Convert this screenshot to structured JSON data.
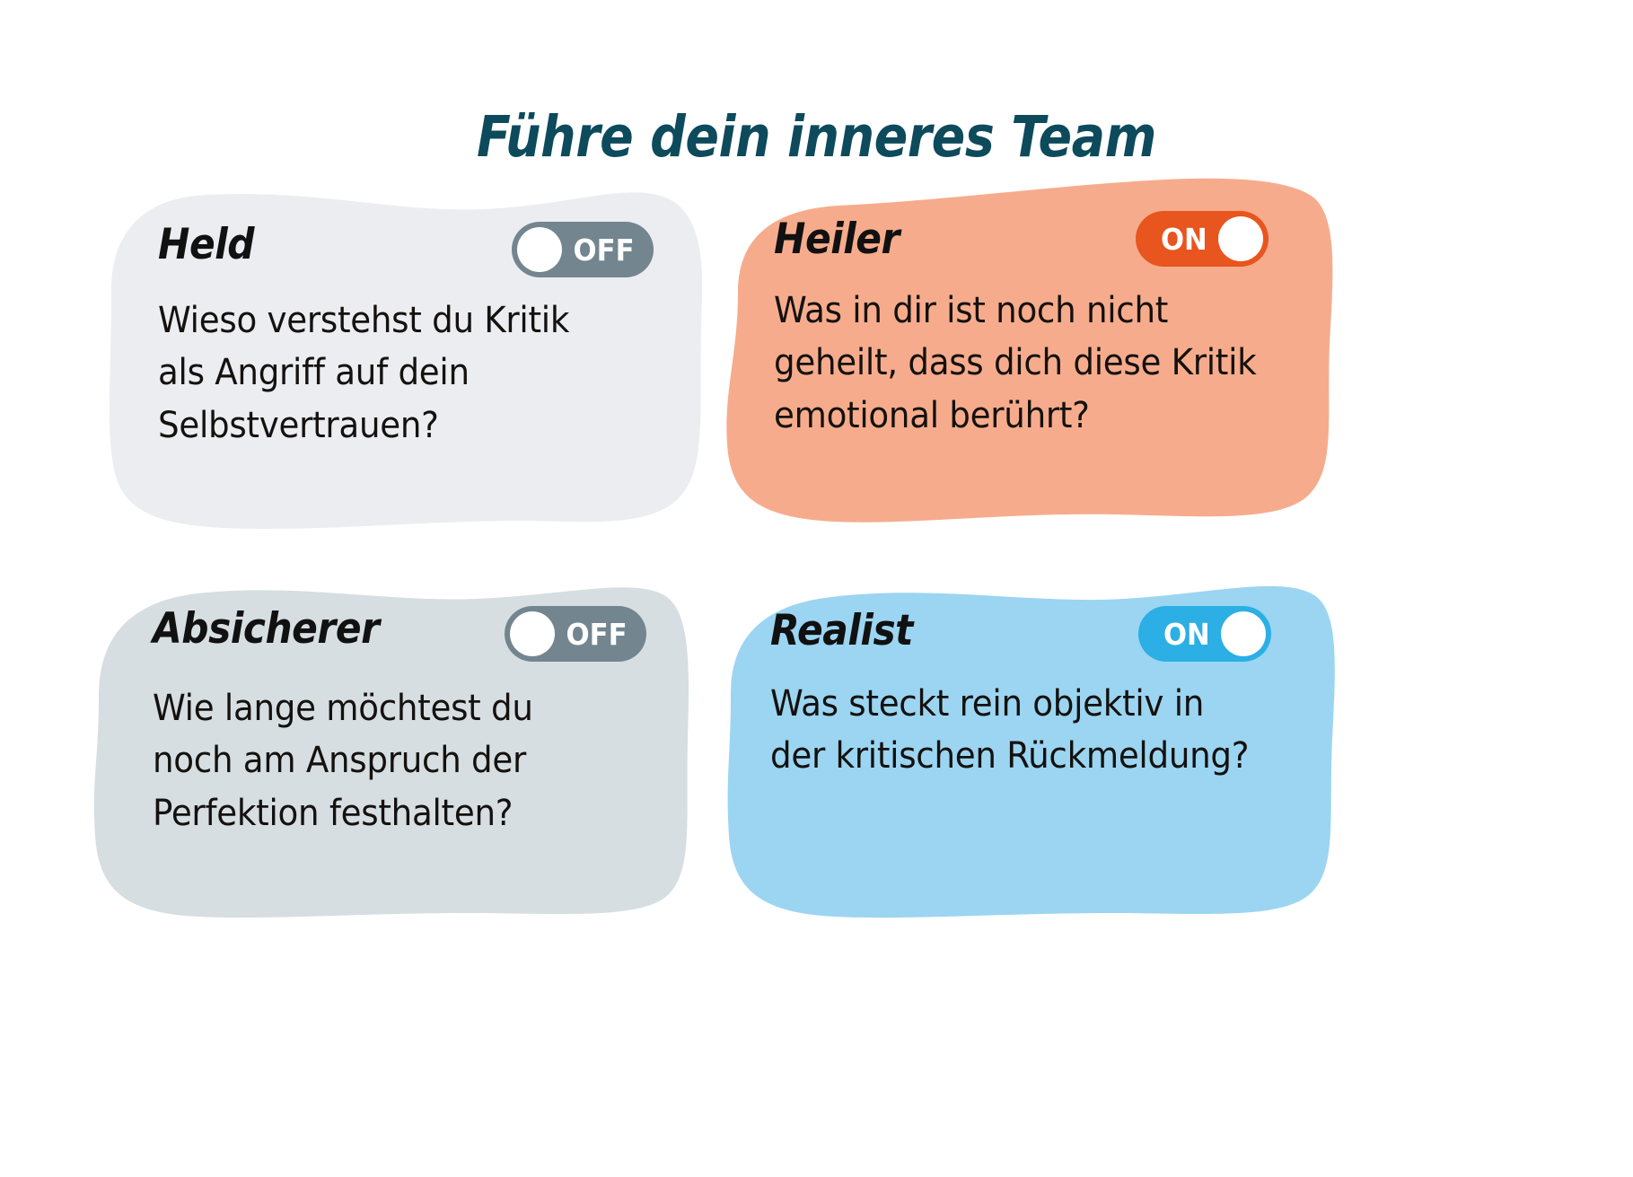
{
  "header": {
    "title": "Führe dein inneres Team",
    "title_color": "#0d4a5c"
  },
  "colors": {
    "background": "#ffffff",
    "toggle_off": "#73858f",
    "toggle_on_orange": "#e8551e",
    "toggle_on_blue": "#2bafe4",
    "knob": "#ffffff",
    "body_text": "#14110f"
  },
  "cards": [
    {
      "name": "Held",
      "question": "Wieso verstehst du Kritik als Angriff auf dein Selbstvertrauen?",
      "toggle": {
        "state": "OFF",
        "label": "OFF"
      },
      "card_color": "#ebedf1",
      "toggle_color": "#73858f"
    },
    {
      "name": "Heiler",
      "question": "Was in dir ist noch nicht geheilt, dass dich diese Kritik emotional berührt?",
      "toggle": {
        "state": "ON",
        "label": "ON"
      },
      "card_color": "#f6ac8c",
      "toggle_color": "#e8551e"
    },
    {
      "name": "Absicherer",
      "question": "Wie lange möchtest du noch am Anspruch der Perfektion festhalten?",
      "toggle": {
        "state": "OFF",
        "label": "OFF"
      },
      "card_color": "#d6dee2",
      "toggle_color": "#73858f"
    },
    {
      "name": "Realist",
      "question": "Was steckt rein objektiv in der kritischen Rückmeldung?",
      "toggle": {
        "state": "ON",
        "label": "ON"
      },
      "card_color": "#9bd5f2",
      "toggle_color": "#2bafe4"
    }
  ]
}
